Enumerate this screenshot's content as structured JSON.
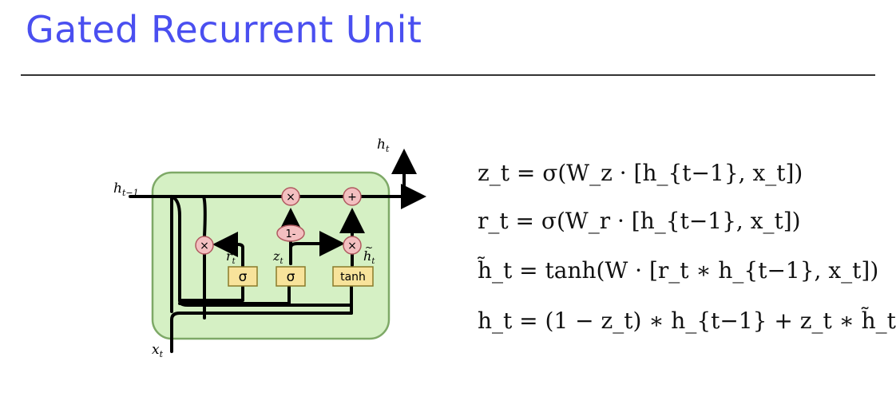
{
  "slide": {
    "title": "Gated Recurrent Unit"
  },
  "diagram": {
    "labels": {
      "h_prev": "h",
      "h_prev_sub": "t−1",
      "h_out": "h",
      "h_out_sub": "t",
      "x_in": "x",
      "x_in_sub": "t",
      "r": "r",
      "r_sub": "t",
      "z": "z",
      "z_sub": "t",
      "h_tilde": "h",
      "h_tilde_sub": "t"
    },
    "ops": {
      "multiply": "×",
      "add": "+",
      "one_minus": "1-"
    },
    "boxes": {
      "sigma_r": "σ",
      "sigma_z": "σ",
      "tanh": "tanh"
    },
    "colors": {
      "cell_fill": "#d5f0c4",
      "cell_stroke": "#7ea967",
      "op_fill": "#f3bfc0",
      "box_fill": "#f8e39b"
    }
  },
  "equations": {
    "z": "z_t = σ(W_z · [h_{t−1}, x_t])",
    "r": "r_t = σ(W_r · [h_{t−1}, x_t])",
    "h_tilde": "h̃_t = tanh(W · [r_t ∗ h_{t−1}, x_t])",
    "h": "h_t = (1 − z_t) ∗ h_{t−1} + z_t ∗ h̃_t"
  }
}
